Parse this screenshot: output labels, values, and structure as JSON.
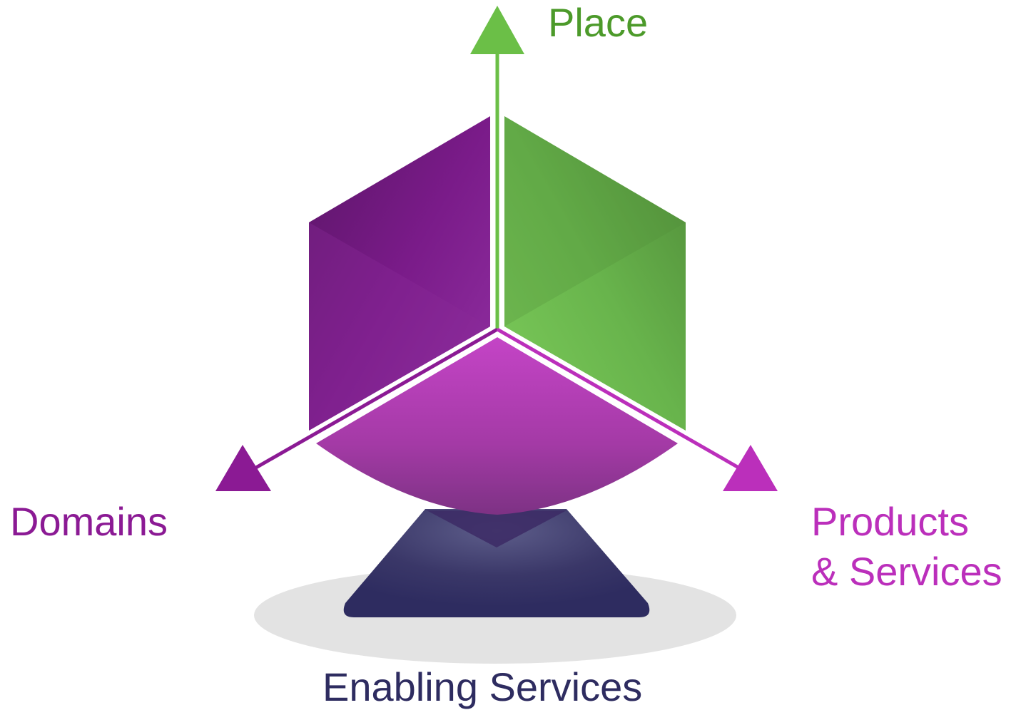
{
  "labels": {
    "place": "Place",
    "domains": "Domains",
    "products_line1": "Products",
    "products_line2": "& Services",
    "enabling": "Enabling Services"
  },
  "colors": {
    "place": "#4c9a2a",
    "domains": "#8b1a94",
    "products": "#bb2fbb",
    "enabling": "#2e2c60",
    "cube_left": "#7a1a86",
    "cube_right": "#68b44c",
    "cube_bottom": "#b53bb8",
    "base": "#2e2c60",
    "shadow": "#e3e3e3"
  }
}
